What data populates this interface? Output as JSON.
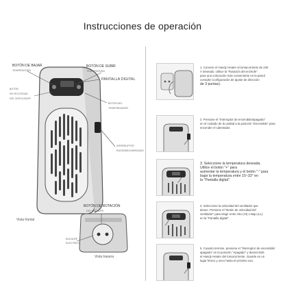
{
  "title": "Instrucciones de operación",
  "left": {
    "labels": {
      "boton_bajar": "BOTÓN DE BAJAR",
      "boton_bajar_sub": "TEMPERATURA",
      "boton_subir": "BOTÓN DE SUBIR",
      "boton_subir_sub": "TEMPERATURA",
      "pantalla": "PANTALLA DIGITAL",
      "boton_velocidad_1": "BOTÓN",
      "boton_velocidad_2": "DE VELOCIDAD",
      "boton_velocidad_3": "DEL VENTILADOR",
      "boton_temporizador_1": "BOTÓN DEL",
      "boton_temporizador_2": "TEMPORIZADOR",
      "interruptor_1": "INTERRUPTOR",
      "interruptor_2": "ENCENDIDO/APAGADO",
      "vista_frontal": "Vista frontal",
      "boton_rotacion": "BOTÓN DE ROTACIÓN",
      "boton_rotacion_sub": "DEL ENCHUFE",
      "enchufe_1": "ENCHUFE",
      "enchufe_2": "ELÉCTRICO",
      "vista_trasera": "Vista trasera"
    }
  },
  "steps": [
    {
      "lines": [
        "1. Conecte el Handy Heater al tomacorriente de 240",
        "V deseado. Utilice la \"Rotación del enchufe\"",
        "para una colocación más conveniente en la pared",
        "consulte Configuración de ajuste de dirección",
        "de 3 puntas)."
      ]
    },
    {
      "lines": [
        "2. Presione el \"Interruptor de encendido/apagado\"",
        "en el costado de la unidad a la posición \"Encendido\" para",
        "encender el calentador."
      ]
    },
    {
      "lines": [
        "3. Seleccione la temperatura deseada.",
        "Utilice el botón \"+\" para",
        "aumentar la temperatura y el botón \"-\" para",
        "bajar la temperatura entre 15~32° en",
        "la \"Pantalla digital\"."
      ]
    },
    {
      "lines": [
        "4. Seleccione la velocidad del ventilador que",
        "desee. Presione el \"Botón de velocidad del",
        "ventilador\" para elegir entre Alto (HI) o Bajo (LL)",
        "en la \"Pantalla digital\"."
      ]
    },
    {
      "lines": [
        "5. Cuando termine, presione el \"Interruptor de encendido/",
        "apagado\" en la posición \"Apagado\" y desenchufe",
        "el Handy Heater del tomacorriente. Guarde en un",
        "lugar fresco y seco hasta el próximo uso."
      ]
    }
  ]
}
